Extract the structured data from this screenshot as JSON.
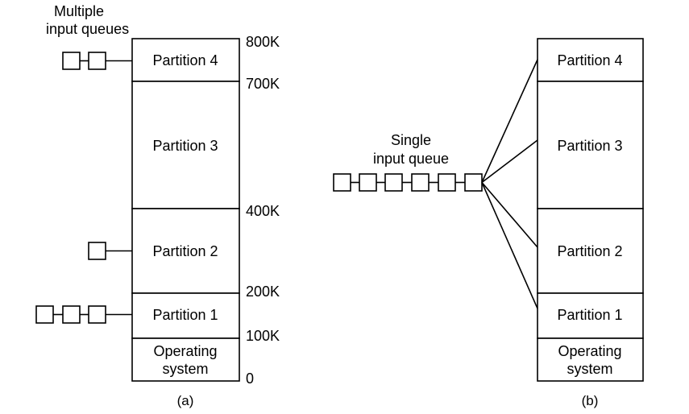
{
  "diagram_a": {
    "caption": "(a)",
    "queue_label": [
      "Multiple",
      "input queues"
    ],
    "memory_marks": [
      "800K",
      "700K",
      "400K",
      "200K",
      "100K",
      "0"
    ],
    "partitions": [
      {
        "label": "Partition 4"
      },
      {
        "label": "Partition 3"
      },
      {
        "label": "Partition 2"
      },
      {
        "label": "Partition 1"
      }
    ],
    "os_label": [
      "Operating",
      "system"
    ],
    "queue_lengths": {
      "partition_4": 2,
      "partition_3": 0,
      "partition_2": 1,
      "partition_1": 3
    }
  },
  "diagram_b": {
    "caption": "(b)",
    "queue_label": [
      "Single",
      "input queue"
    ],
    "partitions": [
      {
        "label": "Partition 4"
      },
      {
        "label": "Partition 3"
      },
      {
        "label": "Partition 2"
      },
      {
        "label": "Partition 1"
      }
    ],
    "os_label": [
      "Operating",
      "system"
    ],
    "queue_length": 6
  }
}
